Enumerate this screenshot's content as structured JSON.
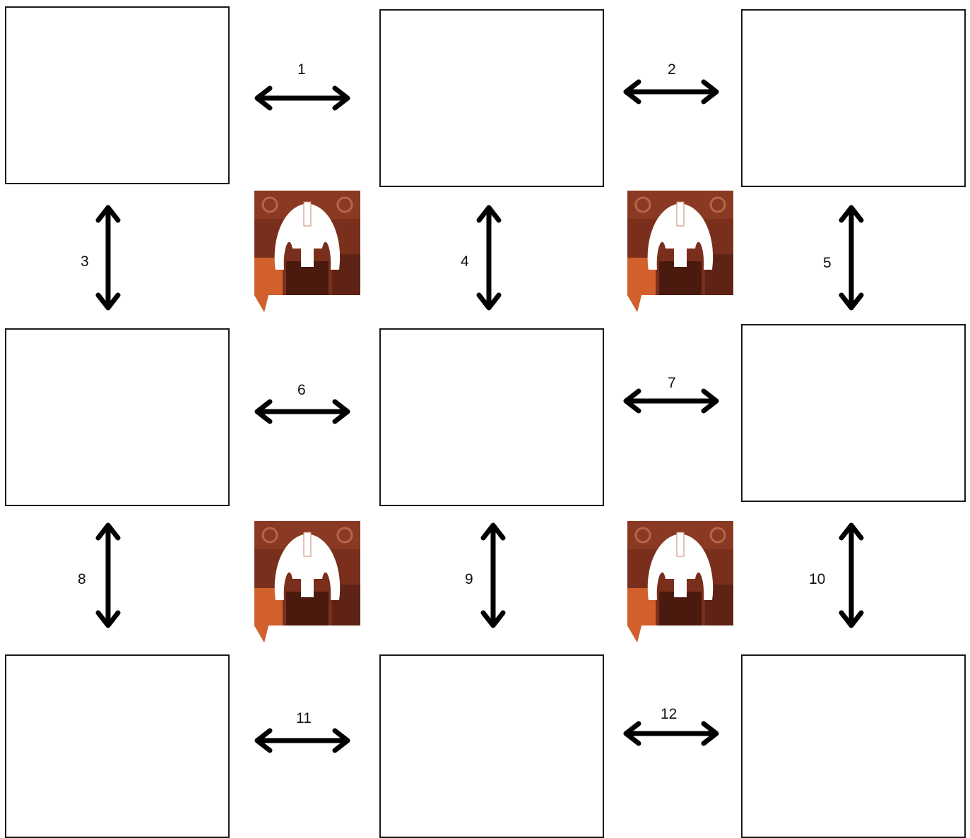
{
  "title": "",
  "boxes": [
    "",
    "",
    "",
    "",
    "",
    "",
    "",
    "",
    ""
  ],
  "connectors": [
    {
      "id": "1",
      "orientation": "horizontal",
      "from": 1,
      "to": 2,
      "label": "1"
    },
    {
      "id": "2",
      "orientation": "horizontal",
      "from": 2,
      "to": 3,
      "label": "2"
    },
    {
      "id": "3",
      "orientation": "vertical",
      "from": 1,
      "to": 4,
      "label": "3"
    },
    {
      "id": "4",
      "orientation": "vertical",
      "from": 2,
      "to": 5,
      "label": "4"
    },
    {
      "id": "5",
      "orientation": "vertical",
      "from": 3,
      "to": 6,
      "label": "5"
    },
    {
      "id": "6",
      "orientation": "horizontal",
      "from": 4,
      "to": 5,
      "label": "6"
    },
    {
      "id": "7",
      "orientation": "horizontal",
      "from": 5,
      "to": 6,
      "label": "7"
    },
    {
      "id": "8",
      "orientation": "vertical",
      "from": 4,
      "to": 7,
      "label": "8"
    },
    {
      "id": "9",
      "orientation": "vertical",
      "from": 5,
      "to": 8,
      "label": "9"
    },
    {
      "id": "10",
      "orientation": "vertical",
      "from": 6,
      "to": 9,
      "label": "10"
    },
    {
      "id": "11",
      "orientation": "horizontal",
      "from": 7,
      "to": 8,
      "label": "11"
    },
    {
      "id": "12",
      "orientation": "horizontal",
      "from": 8,
      "to": 9,
      "label": "12"
    }
  ],
  "emblems": [
    {
      "name": "helmet-emblem",
      "count": 4
    }
  ],
  "colors": {
    "box_border": "#1a1a1a",
    "arrow": "#000000",
    "emblem_dark": "#6e2a1a",
    "emblem_mid": "#8a3a22",
    "emblem_orange": "#d2602c",
    "helmet": "#ffffff"
  }
}
